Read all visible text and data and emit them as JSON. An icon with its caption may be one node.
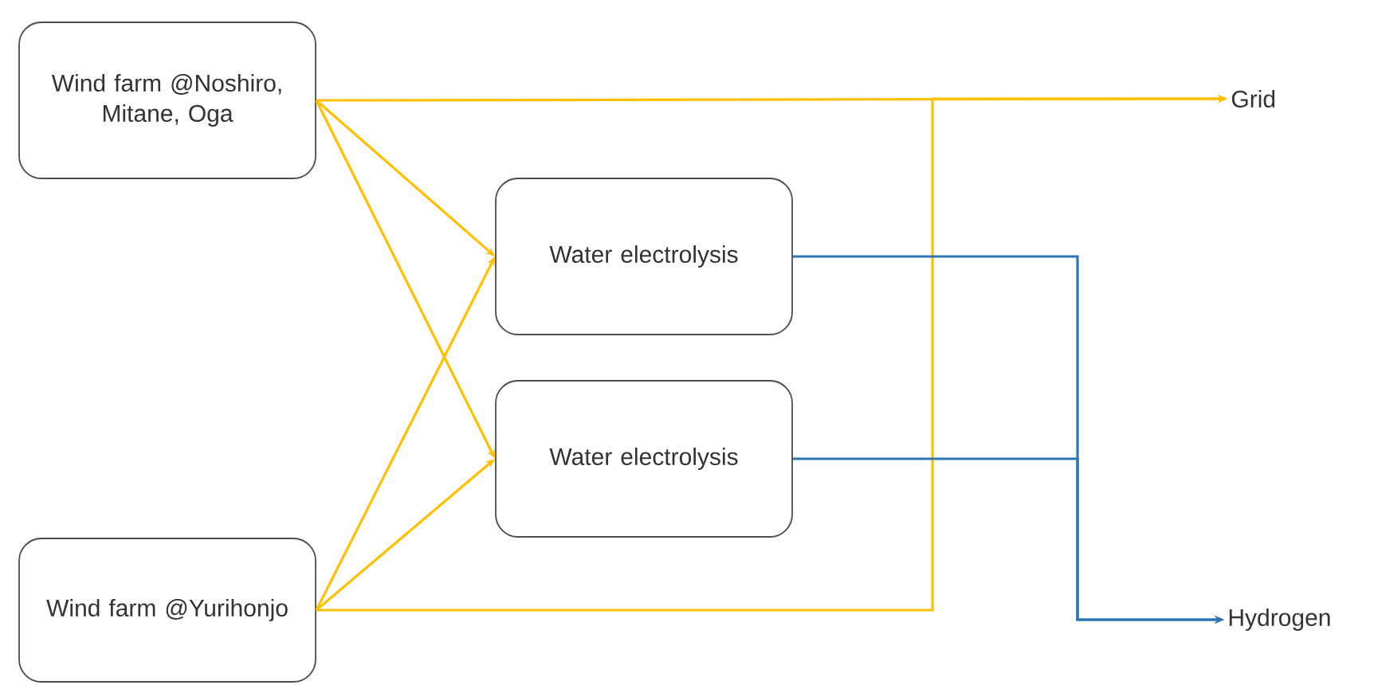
{
  "diagram": {
    "nodes": [
      {
        "text": [
          "Wind farm @Noshiro, Mitane, Oga"
        ]
      },
      {
        "text": [
          "Water electrolysis"
        ]
      },
      {
        "text": [
          "Water electrolysis"
        ]
      },
      {
        "text": [
          "Wind farm @Yurihonjo"
        ]
      },
      {
        "text": [
          "Grid"
        ]
      },
      {
        "text": [
          "Hydrogen"
        ]
      }
    ],
    "edges": [
      {
        "from": 0,
        "to": 4,
        "arrow": "to"
      },
      {
        "from": 0,
        "to": 1,
        "arrow": "to"
      },
      {
        "from": 0,
        "to": 2,
        "arrow": "to"
      },
      {
        "from": 3,
        "to": 1,
        "arrow": "to"
      },
      {
        "from": 3,
        "to": 2,
        "arrow": "to"
      },
      {
        "from": 3,
        "to": 4,
        "arrow": "to"
      },
      {
        "from": 1,
        "to": 5,
        "arrow": "to",
        "color": "#2e75b6"
      },
      {
        "from": 2,
        "to": 5,
        "arrow": "to",
        "color": "#2e75b6"
      }
    ]
  }
}
